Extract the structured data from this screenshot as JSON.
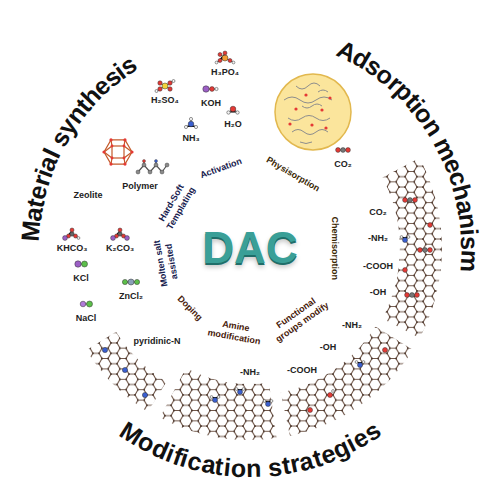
{
  "diagram": {
    "nodes": [
      {
        "text": [
          "Material synthesis"
        ]
      },
      {
        "text": [
          "Activation"
        ],
        "in": 0
      },
      {
        "text": [
          "Hard-Soft Templating"
        ],
        "in": 0
      },
      {
        "text": [
          "Molten salt assisted"
        ],
        "in": 0
      },
      {
        "text": [
          "Adsorption mechanism"
        ]
      },
      {
        "text": [
          "Physisorption"
        ],
        "in": 4
      },
      {
        "text": [
          "Chemisorption"
        ],
        "in": 4
      },
      {
        "text": [
          "Modification strategies"
        ]
      },
      {
        "text": [
          "Doping"
        ],
        "in": 7
      },
      {
        "text": [
          "Amine modification"
        ],
        "in": 7
      },
      {
        "text": [
          "Functional groups modify"
        ],
        "in": 7
      },
      {
        "text": [
          "DAC"
        ]
      }
    ],
    "labels": [
      "H₂SO₄",
      "KOH",
      "H₃PO₄",
      "NH₃",
      "H₂O",
      "Zeolite",
      "Polymer",
      "KHCO₃",
      "K₂CO₃",
      "KCl",
      "NaCl",
      "ZnCl₂",
      "CO₂",
      "CO₂",
      "-NH₂",
      "-COOH",
      "-OH",
      "pyridinic-N",
      "-NH₂",
      "-NH₂",
      "-OH",
      "-COOH"
    ]
  }
}
